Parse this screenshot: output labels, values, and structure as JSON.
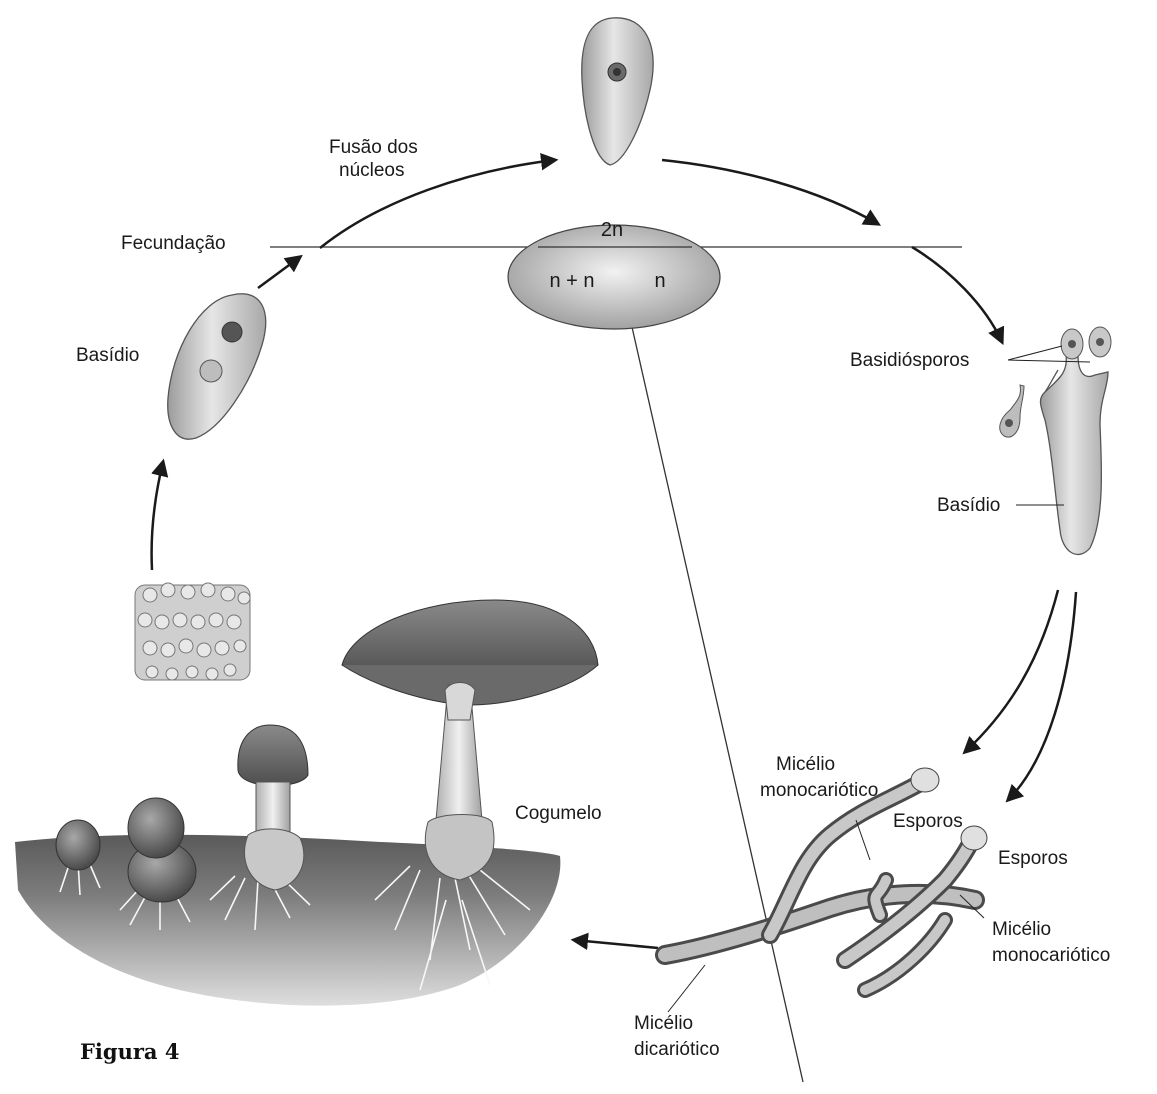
{
  "diagram": {
    "top_label_line1": "Fusão dos",
    "top_label_line2": "núcleos",
    "fecundacao": "Fecundação",
    "basidio_left": "Basídio",
    "ploidy_2n": "2n",
    "ploidy_nn": "n + n",
    "ploidy_n": "n",
    "basidiosporos": "Basidiósporos",
    "basidio_right": "Basídio",
    "micelio_mono_1_line1": "Micélio",
    "micelio_mono_1_line2": "monocariótico",
    "esporos_1": "Esporos",
    "esporos_2": "Esporos",
    "micelio_mono_2_line1": "Micélio",
    "micelio_mono_2_line2": "monocariótico",
    "micelio_di_line1": "Micélio",
    "micelio_di_line2": "dicariótico",
    "cogumelo": "Cogumelo",
    "figure_caption": "Figura 4"
  }
}
